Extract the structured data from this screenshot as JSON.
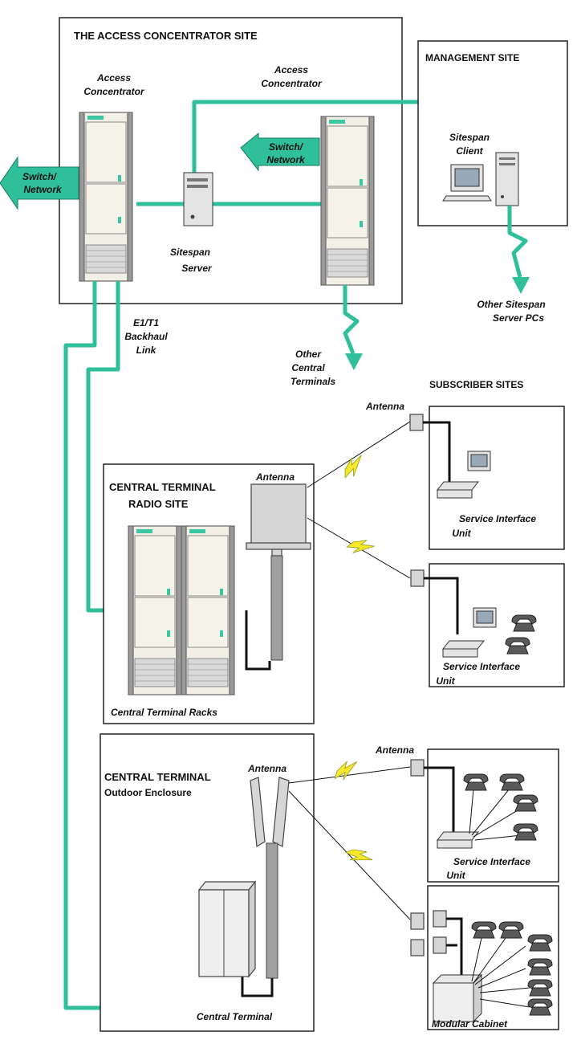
{
  "labels": {
    "access_site_title": "THE ACCESS CONCENTRATOR SITE",
    "access_concentrator_left_1": "Access",
    "access_concentrator_left_2": "Concentrator",
    "access_concentrator_right_1": "Access",
    "access_concentrator_right_2": "Concentrator",
    "switch_network_left_1": "Switch/",
    "switch_network_left_2": "Network",
    "switch_network_right_1": "Switch/",
    "switch_network_right_2": "Network",
    "sitespan_server_1": "Sitespan",
    "sitespan_server_2": "Server",
    "management_site_title": "MANAGEMENT SITE",
    "sitespan_client_1": "Sitespan",
    "sitespan_client_2": "Client",
    "other_sitespan_1": "Other Sitespan",
    "other_sitespan_2": "Server PCs",
    "backhaul_1": "E1/T1",
    "backhaul_2": "Backhaul",
    "backhaul_3": "Link",
    "other_central_1": "Other",
    "other_central_2": "Central",
    "other_central_3": "Terminals",
    "subscriber_sites_title": "SUBSCRIBER SITES",
    "antenna_sub1": "Antenna",
    "antenna_ct_radio": "Antenna",
    "ct_radio_title_1": "CENTRAL TERMINAL",
    "ct_radio_title_2": "RADIO SITE",
    "siu1_1": "Service Interface",
    "siu1_2": "Unit",
    "siu2_1": "Service Interface",
    "siu2_2": "Unit",
    "ct_racks": "Central Terminal Racks",
    "antenna_outdoor": "Antenna",
    "antenna_sub3": "Antenna",
    "ct_outdoor_title_1": "CENTRAL TERMINAL",
    "ct_outdoor_title_2": "Outdoor Enclosure",
    "siu3_1": "Service Interface",
    "siu3_2": "Unit",
    "central_terminal": "Central Terminal",
    "modular_cabinet": "Modular Cabinet"
  },
  "colors": {
    "link_green": "#2fbf9a",
    "lightning_yellow": "#f6e92c",
    "arrow_green": "#2fbf9a"
  }
}
